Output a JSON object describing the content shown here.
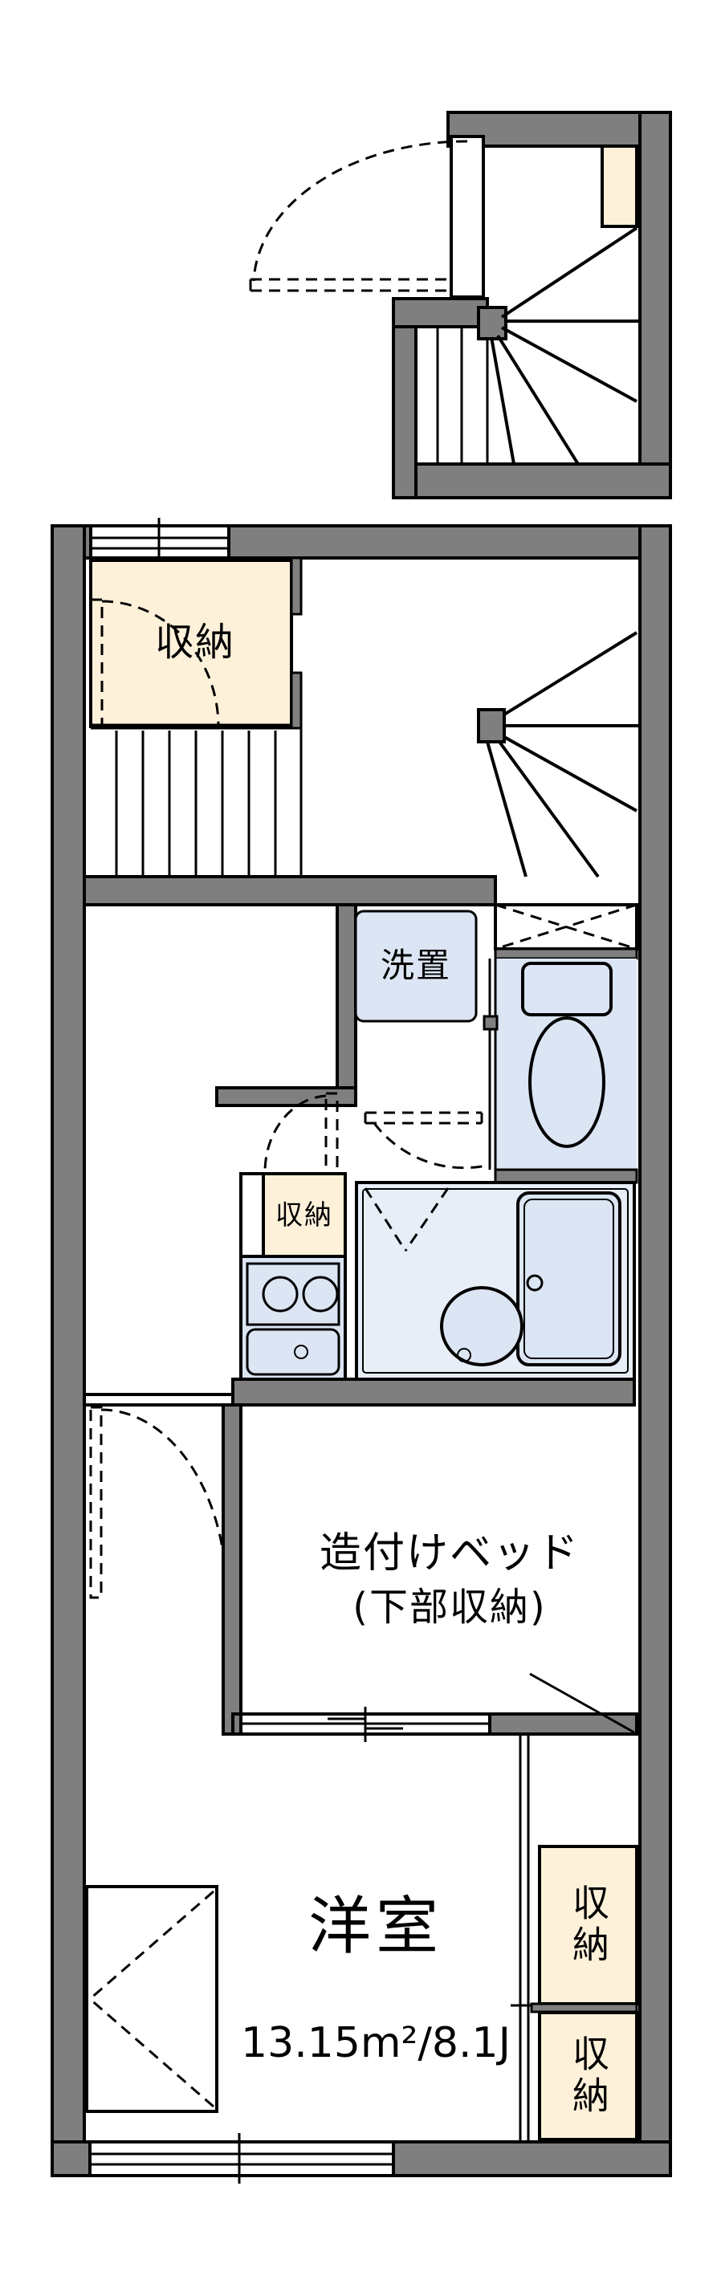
{
  "plan": {
    "title": "apartment-floor-plan",
    "labels": {
      "entrance_storage": "収納",
      "laundry": "洗置",
      "hall_storage": "収納",
      "built_in_bed_line1": "造付けベッド",
      "built_in_bed_line2": "(下部収納)",
      "room_name": "洋室",
      "room_area": "13.15m²/8.1J",
      "closet_upper": "収納",
      "closet_lower": "収納"
    },
    "colors": {
      "wall": "#7f7f7f",
      "storage": "#fdf1da",
      "wet_area": "#dbe5f3",
      "bath": "#e7eef8",
      "line": "#000000",
      "background": "#ffffff"
    }
  }
}
